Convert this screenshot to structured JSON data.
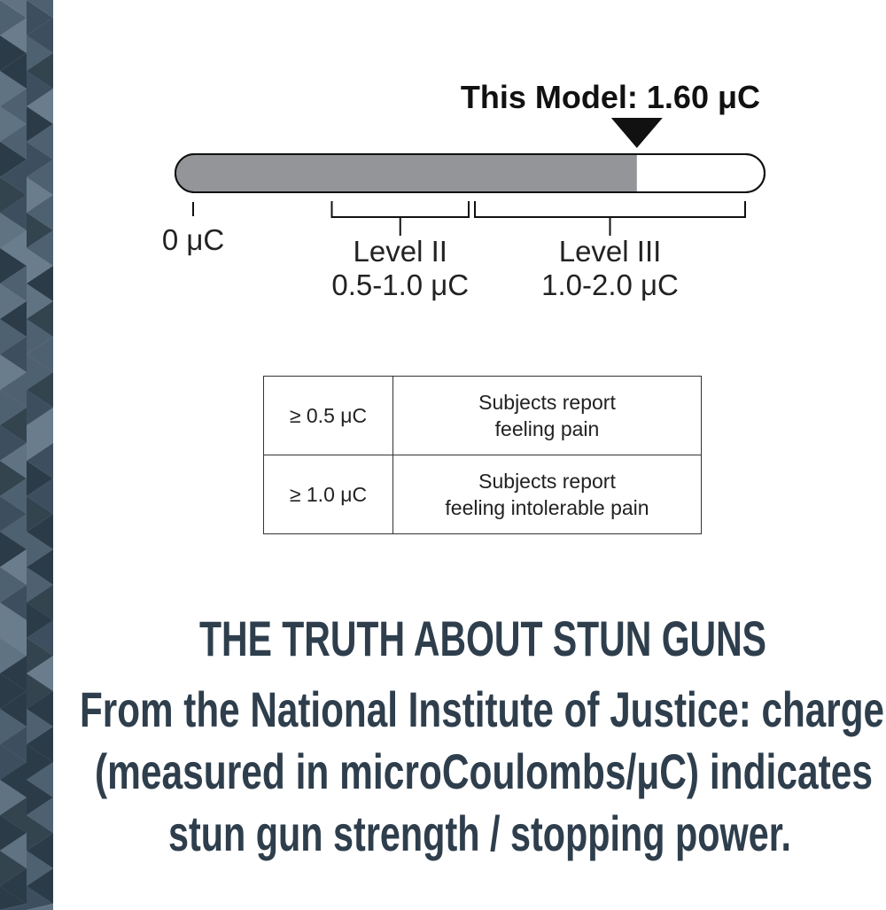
{
  "chart_data": {
    "type": "bar",
    "title": "This Model: 1.60 μC",
    "value": 1.6,
    "unit": "μC",
    "xlim": [
      0,
      2.1
    ],
    "fill_color": "#939598",
    "tick_labels": [
      {
        "value": 0,
        "label": "0 μC"
      }
    ],
    "ranges": [
      {
        "name": "Level II",
        "range_label": "0.5-1.0 μC",
        "from": 0.5,
        "to": 1.0
      },
      {
        "name": "Level III",
        "range_label": "1.0-2.0 μC",
        "from": 1.0,
        "to": 2.0
      }
    ]
  },
  "table": {
    "rows": [
      {
        "threshold": "≥ 0.5 μC",
        "effect_1": "Subjects report",
        "effect_2": "feeling pain"
      },
      {
        "threshold": "≥ 1.0 μC",
        "effect_1": "Subjects report",
        "effect_2": "feeling intolerable pain"
      }
    ]
  },
  "heading": {
    "title": "THE TRUTH ABOUT STUN GUNS",
    "lines": [
      "From the National Institute of Justice: charge",
      "(measured in microCoulombs/μC) indicates",
      "stun gun strength / stopping power."
    ],
    "color": "#2e3e4c"
  }
}
